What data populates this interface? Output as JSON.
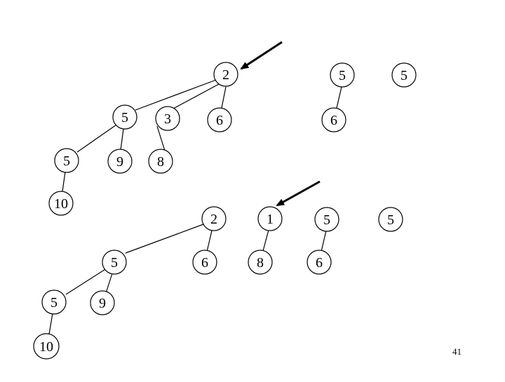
{
  "colors": {
    "stroke": "#000000",
    "node_fill": "#ffffff",
    "text": "#000000",
    "background": "#ffffff"
  },
  "top_forest": {
    "nodes": {
      "t_root2": "2",
      "t_5a": "5",
      "t_3": "3",
      "t_6a": "6",
      "t_5b": "5",
      "t_9": "9",
      "t_8": "8",
      "t_10": "10",
      "t_root5b": "5",
      "t_6b": "6",
      "t_root5c": "5"
    }
  },
  "bottom_forest": {
    "nodes": {
      "b_root2": "2",
      "b_5a": "5",
      "b_6a": "6",
      "b_5b": "5",
      "b_9": "9",
      "b_10": "10",
      "b_root1": "1",
      "b_8": "8",
      "b_root5b": "5",
      "b_6b": "6",
      "b_root5c": "5"
    }
  },
  "page_number": "41"
}
